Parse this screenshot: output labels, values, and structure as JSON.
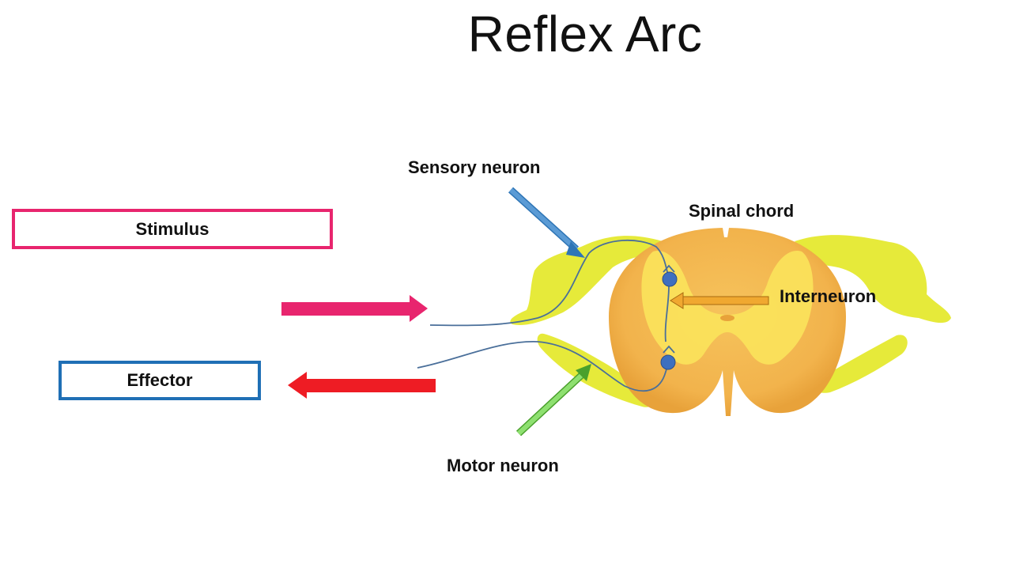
{
  "title": "Reflex Arc",
  "boxes": {
    "stimulus": "Stimulus",
    "effector": "Effector"
  },
  "labels": {
    "sensory_neuron": "Sensory neuron",
    "spinal_chord": "Spinal chord",
    "interneuron": "Interneuron",
    "motor_neuron": "Motor neuron"
  },
  "colors": {
    "stimulus": "#e8256e",
    "effector": "#1f6fb5",
    "effector_arrow": "#ee1c24",
    "sensory_pointer": "#5b9bd5",
    "motor_pointer": "#70d050",
    "interneuron_pointer": "#f0a830",
    "spinal_outer": "#f2b34c",
    "spinal_inner": "#fbe35b",
    "nerve": "#e6ea3a",
    "neuron": "#4a6f9a",
    "cell_body": "#3e6fbf"
  }
}
